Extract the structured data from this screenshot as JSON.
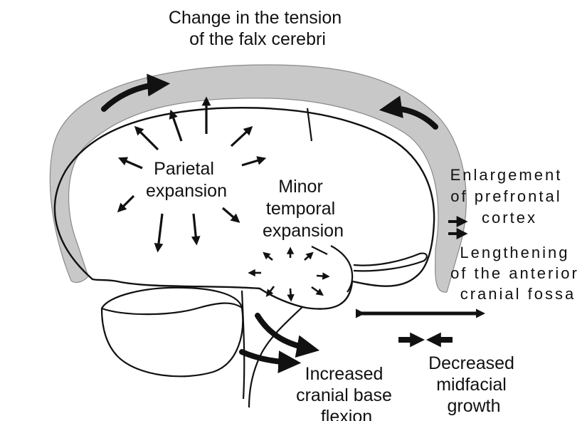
{
  "colors": {
    "falx": "#c8c8c8",
    "stroke": "#111111",
    "background": "#ffffff"
  },
  "labels": {
    "falx_tension": [
      "Change in the tension",
      "of the falx cerebri"
    ],
    "parietal": [
      "Parietal",
      "expansion"
    ],
    "temporal": [
      "Minor",
      "temporal",
      "expansion"
    ],
    "prefrontal": [
      "Enlargement",
      "of prefrontal",
      "cortex"
    ],
    "anterior_fossa": [
      "Lengthening",
      "of the anterior",
      "cranial fossa"
    ],
    "cranial_base": [
      "Increased",
      "cranial base",
      "flexion"
    ],
    "midfacial": [
      "Decreased",
      "midfacial",
      "growth"
    ]
  }
}
